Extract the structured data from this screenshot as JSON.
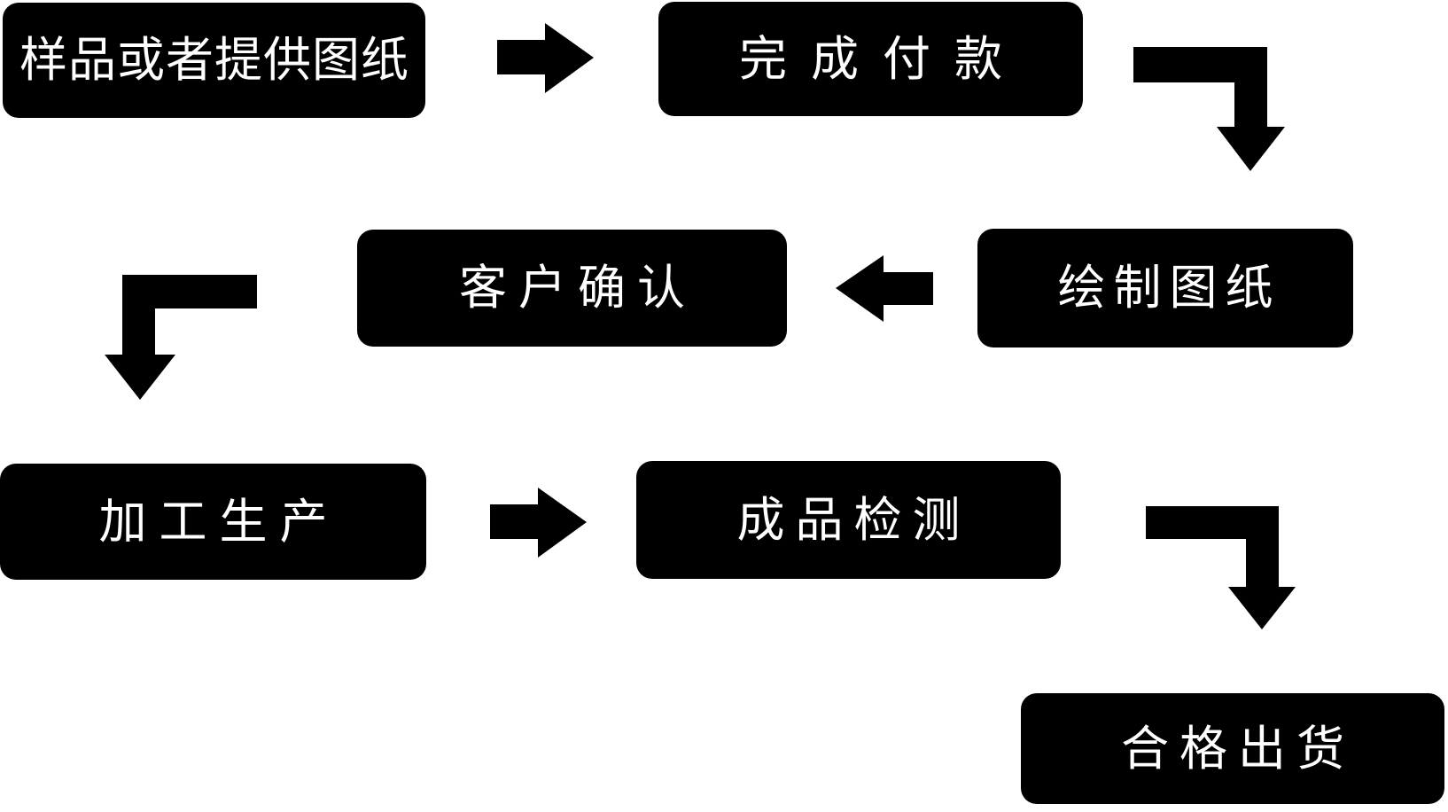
{
  "diagram": {
    "type": "flowchart",
    "colors": {
      "background": "#ffffff",
      "node_fill": "#000000",
      "node_text": "#ffffff",
      "arrow": "#000000"
    },
    "nodes": [
      {
        "id": "sample-or-provide-drawings",
        "label": "样品或者提供图纸"
      },
      {
        "id": "complete-payment",
        "label": "完成付款"
      },
      {
        "id": "draw-drawings",
        "label": "绘制图纸"
      },
      {
        "id": "customer-confirmation",
        "label": "客户确认"
      },
      {
        "id": "processing-production",
        "label": "加工生产"
      },
      {
        "id": "finished-product-inspection",
        "label": "成品检测"
      },
      {
        "id": "qualified-shipment",
        "label": "合格出货"
      }
    ],
    "arrows": [
      {
        "type": "right",
        "from": "sample-or-provide-drawings",
        "to": "complete-payment"
      },
      {
        "type": "elbow-down-right",
        "from": "complete-payment",
        "to": "draw-drawings"
      },
      {
        "type": "left",
        "from": "draw-drawings",
        "to": "customer-confirmation"
      },
      {
        "type": "elbow-down-left",
        "from": "customer-confirmation",
        "to": "processing-production"
      },
      {
        "type": "right",
        "from": "processing-production",
        "to": "finished-product-inspection"
      },
      {
        "type": "elbow-down-right",
        "from": "finished-product-inspection",
        "to": "qualified-shipment"
      }
    ]
  }
}
